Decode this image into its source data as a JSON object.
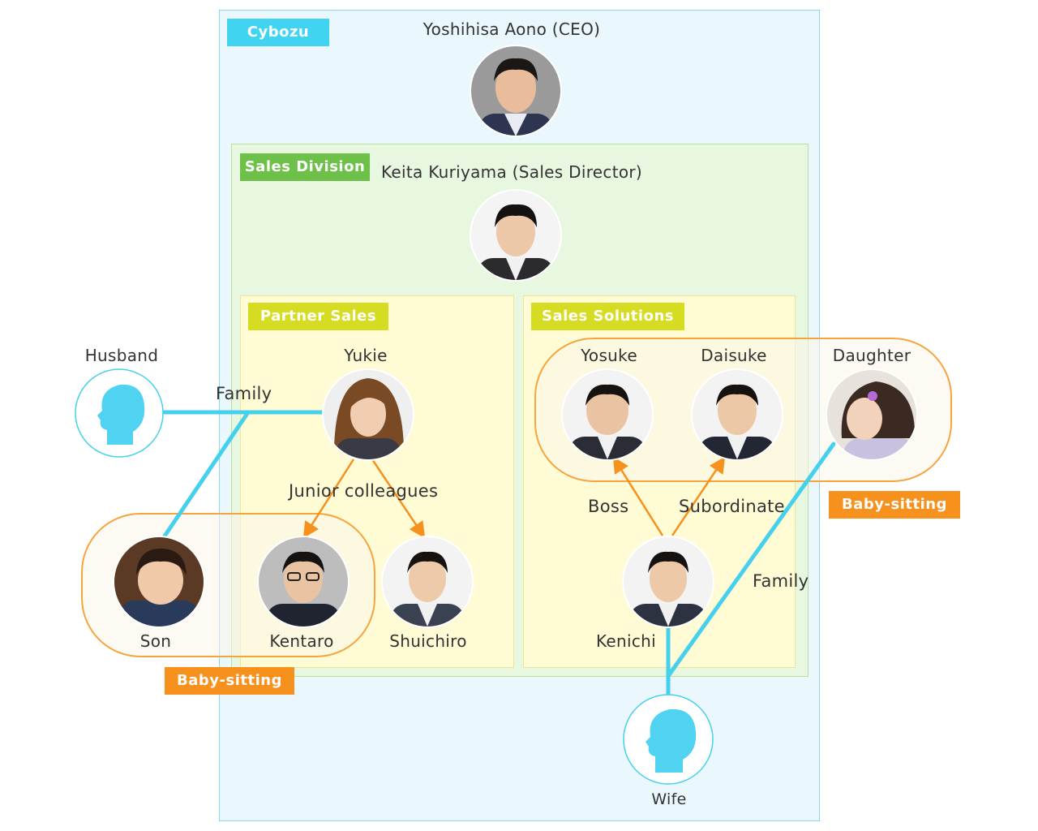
{
  "groups": {
    "cybozu": "Cybozu",
    "sales_division": "Sales Division",
    "partner_sales": "Partner Sales",
    "sales_solutions": "Sales Solutions"
  },
  "people": {
    "ceo": "Yoshihisa Aono (CEO)",
    "director": "Keita Kuriyama (Sales Director)",
    "yukie": "Yukie",
    "kentaro": "Kentaro",
    "shuichiro": "Shuichiro",
    "yosuke": "Yosuke",
    "daisuke": "Daisuke",
    "kenichi": "Kenichi",
    "husband": "Husband",
    "son": "Son",
    "daughter": "Daughter",
    "wife": "Wife"
  },
  "relations": {
    "family_left": "Family",
    "family_right": "Family",
    "junior_colleagues": "Junior colleagues",
    "boss": "Boss",
    "subordinate": "Subordinate",
    "baby_sitting_left": "Baby-sitting",
    "baby_sitting_right": "Baby-sitting"
  },
  "colors": {
    "cybozu_tag": "#40d4f0",
    "sales_tag": "#6dc148",
    "team_tag": "#d6dc21",
    "babysitting": "#f7911e",
    "family_line": "#45d0ee",
    "silhouette": "#4fd3f1"
  }
}
